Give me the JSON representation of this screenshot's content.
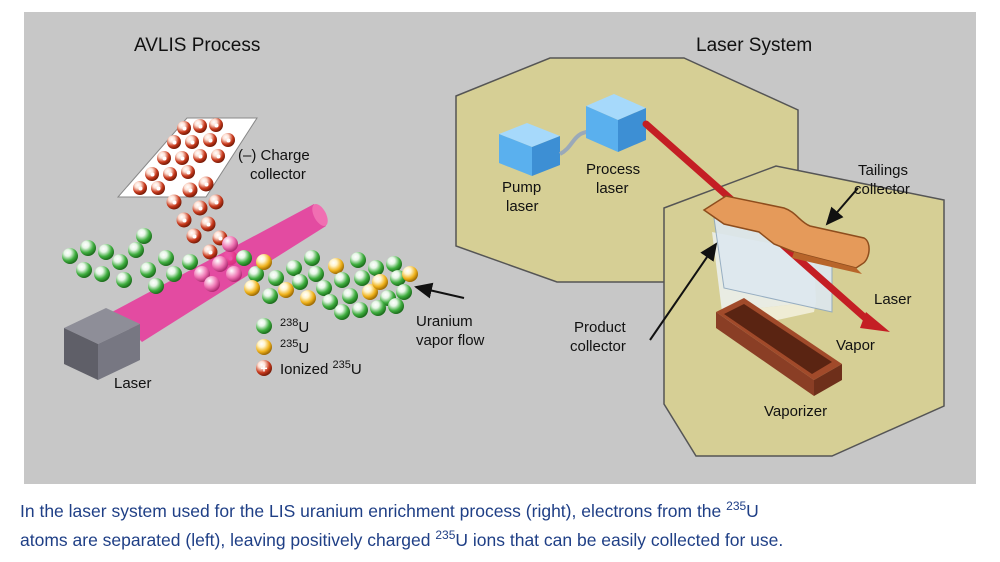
{
  "colors": {
    "panel_background": "#c7c7c7",
    "enclosure_fill": "#d6cf95",
    "enclosure_stroke": "#555555",
    "laser_box": "#55aeee",
    "beam_pink": "#e8359a",
    "beam_red": "#c41e24",
    "collector_orange": "#e59a5a",
    "vaporizer_brown": "#8a3e25",
    "atom_238": "#3fae3f",
    "atom_235": "#efb21c",
    "atom_ionized": "#c93a1d",
    "caption_text": "#1f3f86"
  },
  "left_panel": {
    "title": "AVLIS Process",
    "charge_collector_label": [
      "(–) Charge",
      "collector"
    ],
    "laser_label": "Laser",
    "vapor_flow_label": [
      "Uranium",
      "vapor flow"
    ],
    "legend": [
      {
        "icon": "atom-238-icon",
        "mass_number": "238",
        "symbol": "U"
      },
      {
        "icon": "atom-235-icon",
        "mass_number": "235",
        "symbol": "U"
      },
      {
        "icon": "ionized-atom-icon",
        "prefix": "Ionized ",
        "mass_number": "235",
        "symbol": "U"
      }
    ]
  },
  "right_panel": {
    "title": "Laser System",
    "pump_laser_label": [
      "Pump",
      "laser"
    ],
    "process_laser_label": [
      "Process",
      "laser"
    ],
    "tailings_collector_label": [
      "Tailings",
      "collector"
    ],
    "laser_label": "Laser",
    "product_collector_label": [
      "Product",
      "collector"
    ],
    "vapor_label": "Vapor",
    "vaporizer_label": "Vaporizer"
  },
  "caption": {
    "line1_text": "In the laser system used for the LIS uranium enrichment process (right), electrons from the ",
    "line1_sup": "235",
    "line1_end": "U",
    "line2_text": "atoms are separated (left), leaving positively charged ",
    "line2_sup": "235",
    "line2_end": "U ions that can be easily collected for use."
  }
}
